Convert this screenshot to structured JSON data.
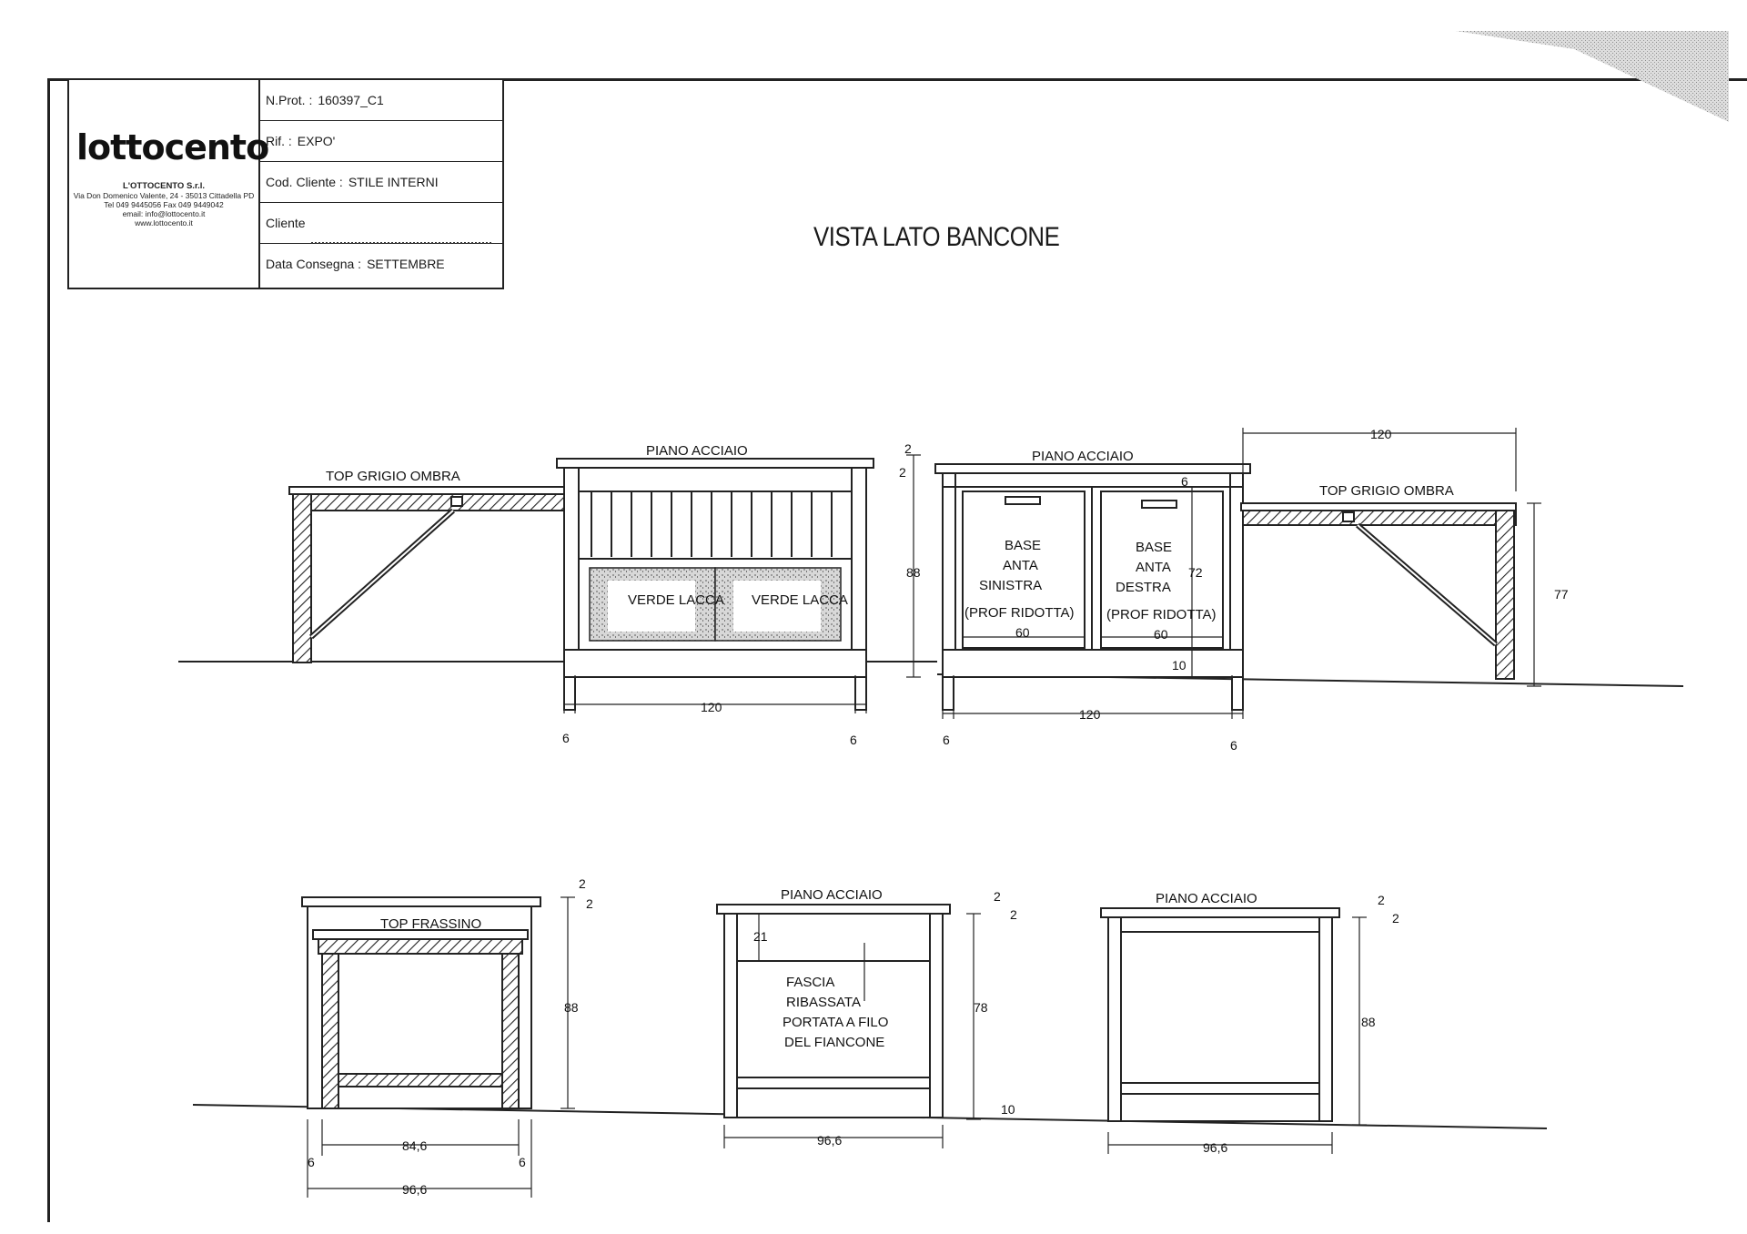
{
  "title_block": {
    "logo": "lottocento",
    "company_name": "L'OTTOCENTO S.r.l.",
    "address": "Via Don Domenico Valente, 24 - 35013 Cittadella PD",
    "phone_fax": "Tel 049 9445056 Fax 049 9449042",
    "email": "email: info@lottocento.it",
    "website": "www.lottocento.it",
    "fields": [
      {
        "label": "N.Prot. :",
        "value": "160397_C1"
      },
      {
        "label": "Rif. :",
        "value": "EXPO'"
      },
      {
        "label": "Cod. Cliente :",
        "value": "STILE INTERNI"
      },
      {
        "label": "Cliente",
        "value": ""
      },
      {
        "label": "Data Consegna :",
        "value": "SETTEMBRE"
      }
    ]
  },
  "drawing_title": "VISTA LATO BANCONE",
  "top_row": {
    "left_table": {
      "label": "TOP GRIGIO OMBRA"
    },
    "center_left": {
      "top_label": "PIANO ACCIAIO",
      "panel_left": "VERDE LACCA",
      "panel_right": "VERDE LACCA",
      "dim_width": "120",
      "dim_leg_left": "6",
      "dim_leg_right": "6"
    },
    "center_right": {
      "top_label": "PIANO ACCIAIO",
      "door_left": [
        "BASE",
        "ANTA",
        "SINISTRA"
      ],
      "door_right": [
        "BASE",
        "ANTA",
        "DESTRA"
      ],
      "note_left": "(PROF RIDOTTA)",
      "note_right": "(PROF RIDOTTA)",
      "dim_door_left": "60",
      "dim_door_right": "60",
      "dim_height": "88",
      "dim_top_a": "2",
      "dim_top_b": "2",
      "dim_inner_height": "72",
      "dim_top_gap": "6",
      "dim_base": "10",
      "dim_width": "120",
      "dim_leg_left": "6",
      "dim_leg_right": "6"
    },
    "right_table": {
      "label": "TOP GRIGIO OMBRA",
      "dim_width": "120",
      "dim_height": "77"
    }
  },
  "bottom_row": {
    "left": {
      "label": "TOP FRASSINO",
      "dim_inner": "84,6",
      "dim_outer": "96,6",
      "dim_leg_left": "6",
      "dim_leg_right": "6",
      "dim_height": "88",
      "dim_top_a": "2",
      "dim_top_b": "2"
    },
    "middle": {
      "top_label": "PIANO ACCIAIO",
      "note": [
        "FASCIA",
        "RIBASSATA",
        "PORTATA A FILO",
        "DEL FIANCONE"
      ],
      "dim_top_gap": "21",
      "dim_height": "78",
      "dim_base": "10",
      "dim_width": "96,6",
      "dim_top_a": "2",
      "dim_top_b": "2"
    },
    "right": {
      "top_label": "PIANO ACCIAIO",
      "dim_height": "88",
      "dim_width": "96,6",
      "dim_top_a": "2",
      "dim_top_b": "2"
    }
  }
}
